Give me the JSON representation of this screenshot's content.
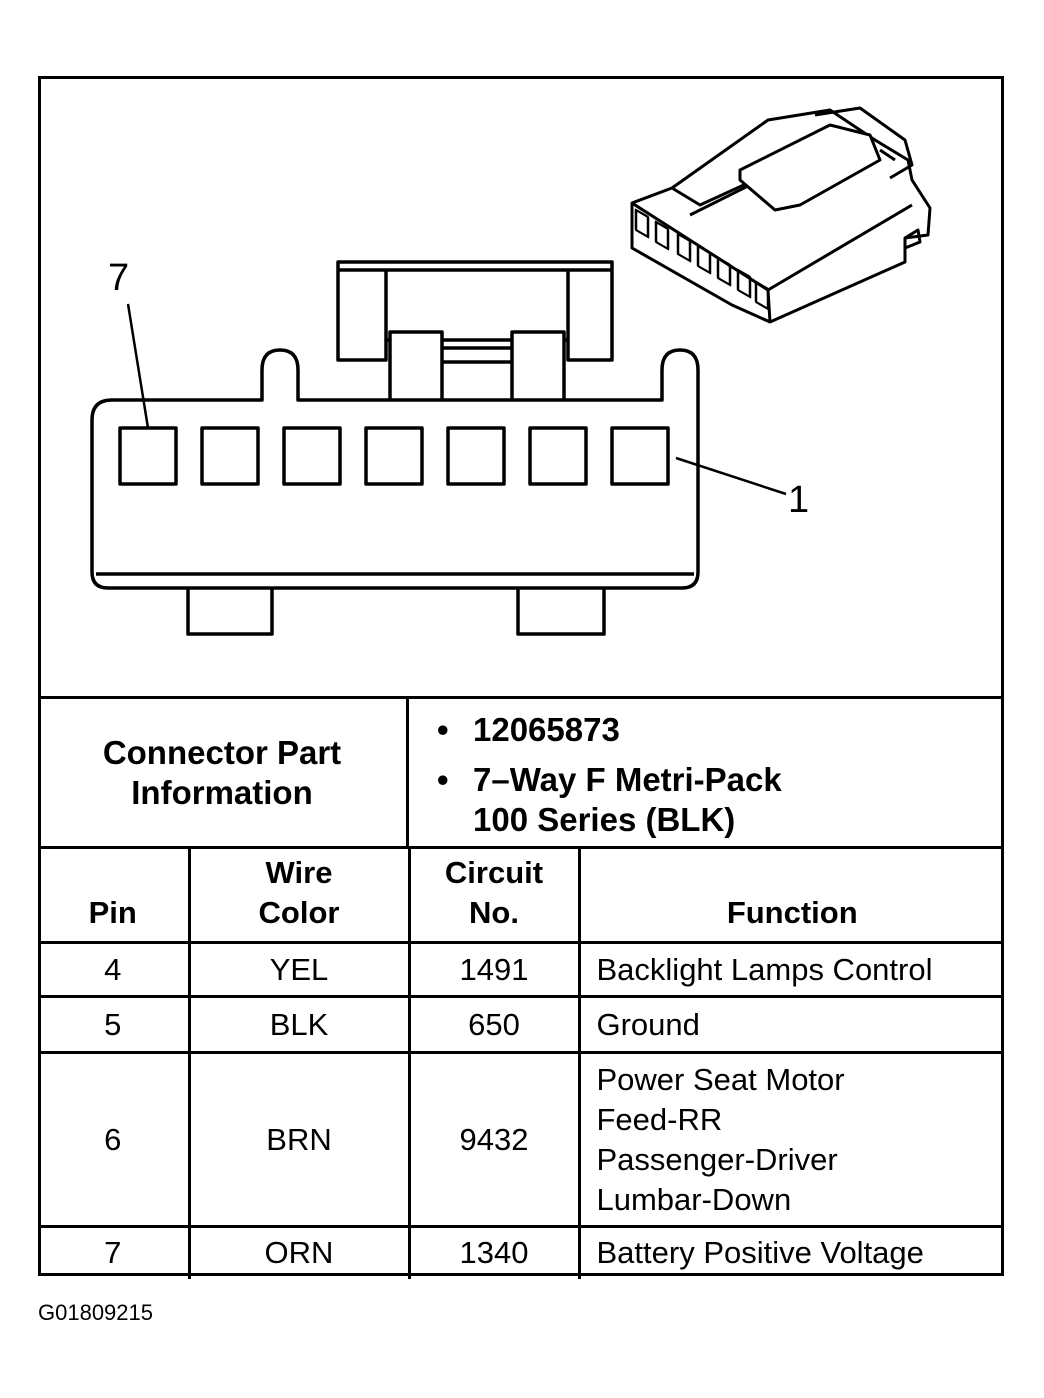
{
  "diagram": {
    "pin_label_left": "7",
    "pin_label_right": "1"
  },
  "connector_info": {
    "label_line1": "Connector Part",
    "label_line2": "Information",
    "bullet": "•",
    "part_number": "12065873",
    "description_line1": "7–Way F Metri-Pack",
    "description_line2": "100 Series (BLK)"
  },
  "table": {
    "headers": {
      "pin": "Pin",
      "wire_color_line1": "Wire",
      "wire_color_line2": "Color",
      "circuit_line1": "Circuit",
      "circuit_line2": "No.",
      "function": "Function"
    },
    "rows": [
      {
        "pin": "4",
        "color": "YEL",
        "circuit": "1491",
        "function": [
          "Backlight Lamps Control"
        ]
      },
      {
        "pin": "5",
        "color": "BLK",
        "circuit": "650",
        "function": [
          "Ground"
        ]
      },
      {
        "pin": "6",
        "color": "BRN",
        "circuit": "9432",
        "function": [
          "Power Seat Motor",
          "Feed-RR",
          "Passenger-Driver",
          "Lumbar-Down"
        ]
      },
      {
        "pin": "7",
        "color": "ORN",
        "circuit": "1340",
        "function": [
          "Battery Positive Voltage"
        ]
      }
    ]
  },
  "figure_code": "G01809215"
}
